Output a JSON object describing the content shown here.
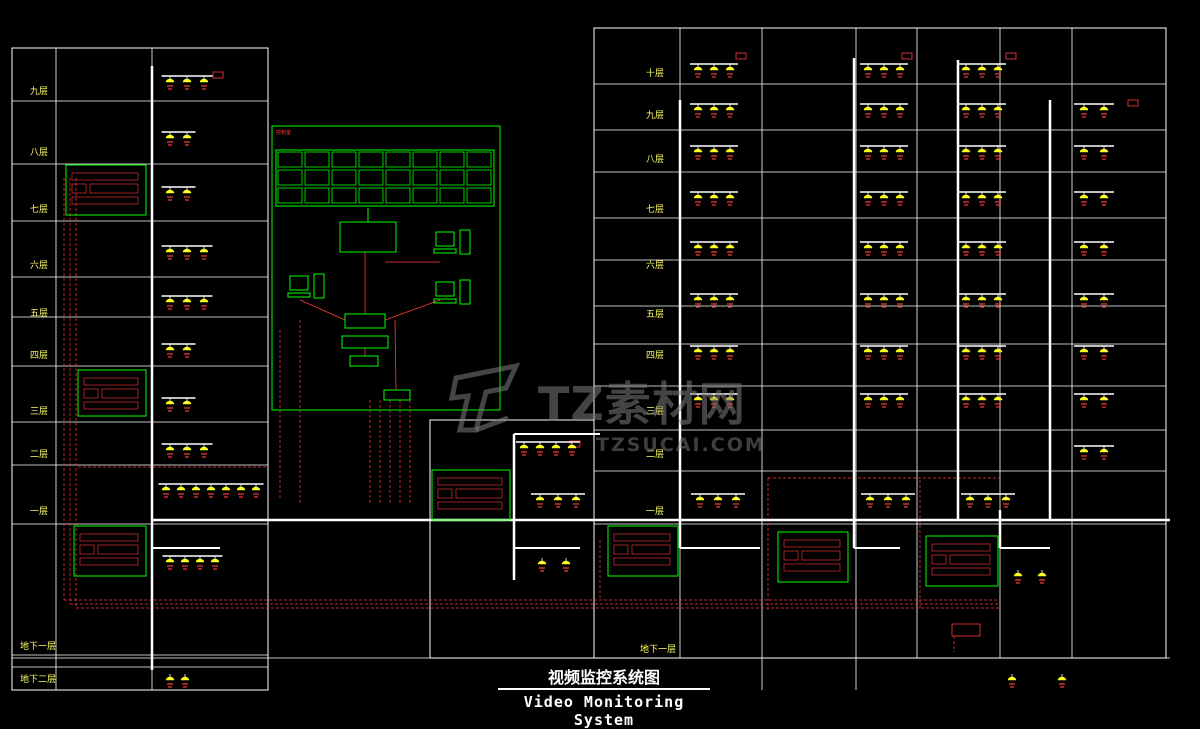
{
  "diagram": {
    "title_cn": "视频监控系统图",
    "title_en": "Video Monitoring System",
    "watermark": {
      "text": "TZ素材网",
      "sub": "TZSUCAI.COM"
    },
    "left_building_floors": [
      "九层",
      "八层",
      "七层",
      "六层",
      "五层",
      "四层",
      "三层",
      "二层",
      "一层",
      "地下一层",
      "地下二层"
    ],
    "right_building_floors": [
      "十层",
      "九层",
      "八层",
      "七层",
      "六层",
      "五层",
      "四层",
      "三层",
      "二层",
      "一层",
      "地下一层"
    ],
    "control_room_label": "控制室",
    "colors": {
      "background": "#000000",
      "frame": "#ffffff",
      "cable": "#ffffff",
      "camera": "#ffff00",
      "annotation": "#ff3b3b",
      "equipment": "#00ff00",
      "watermark": "#7d7d7d"
    }
  }
}
